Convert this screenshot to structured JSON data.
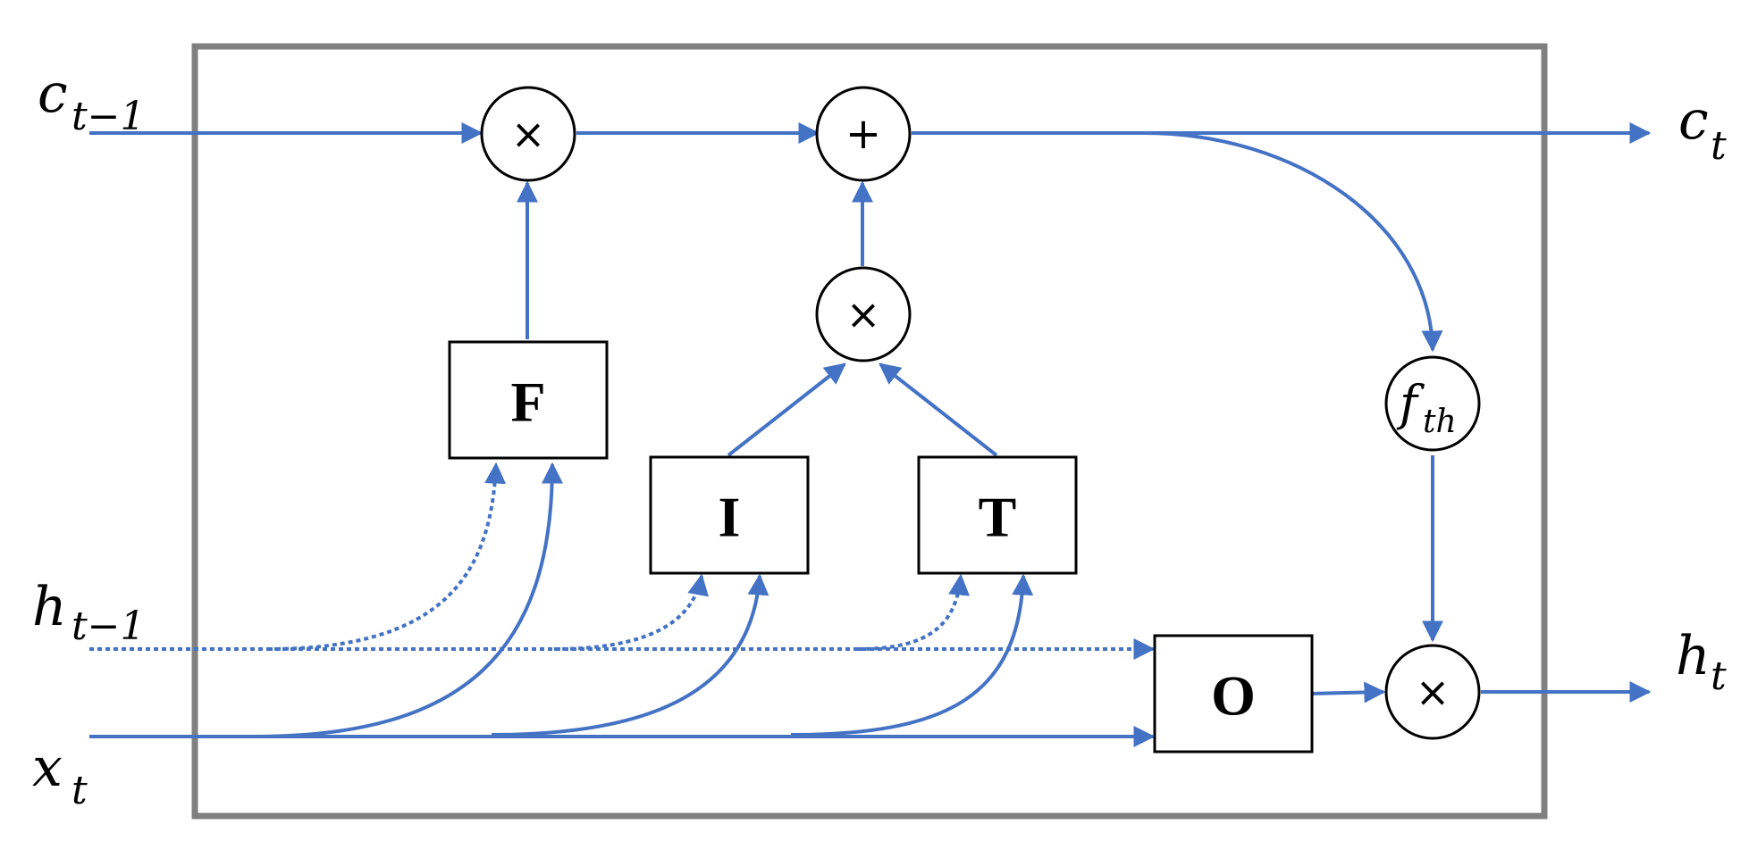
{
  "colors": {
    "flow": "#4472C4",
    "frame": "#808080",
    "stroke": "#000000"
  },
  "inputs": {
    "c_prev": {
      "base": "c",
      "sub": "t−1"
    },
    "h_prev": {
      "base": "h",
      "sub": "t−1"
    },
    "x": {
      "base": "x",
      "sub": "t"
    }
  },
  "outputs": {
    "c": {
      "base": "c",
      "sub": "t"
    },
    "h": {
      "base": "h",
      "sub": "t"
    }
  },
  "gates": {
    "forget": "F",
    "input": "I",
    "transform": "T",
    "output": "O"
  },
  "operators": {
    "forget_mul": "×",
    "add": "+",
    "input_mul": "×",
    "output_mul": "×"
  },
  "activation": {
    "base": "f",
    "sub": "th"
  }
}
